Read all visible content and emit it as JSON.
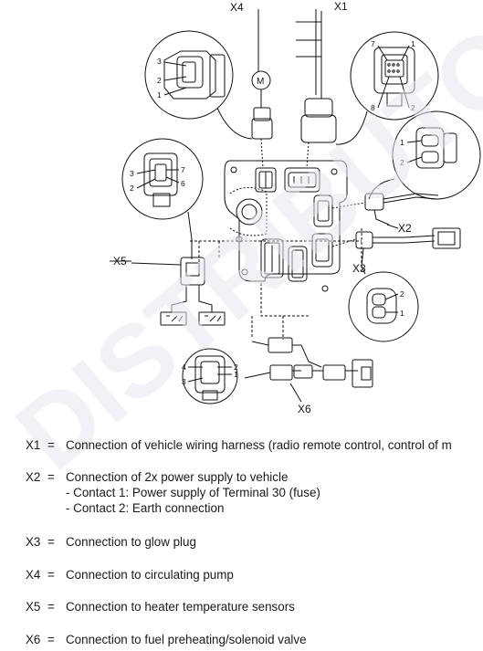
{
  "diagram": {
    "labels": {
      "x1": "X1",
      "x2": "X2",
      "x3": "X3",
      "x4": "X4",
      "x5": "X5",
      "x6": "X6",
      "motor": "M"
    },
    "pins": {
      "x4_1": "1",
      "x4_2": "2",
      "x4_3": "3",
      "x1_7": "7",
      "x1_1": "1",
      "x1_8": "8",
      "x1_2": "2",
      "x2_1": "1",
      "x2_2": "2",
      "x5_3": "3",
      "x5_2": "2",
      "x5_7": "7",
      "x5_6": "6",
      "x3_2": "2",
      "x3_1": "1",
      "x6_4": "4",
      "x6_3": "3",
      "x6_2": "2",
      "x6_1": "1"
    },
    "watermark": "DISTRIBUTOR CS"
  },
  "legend": [
    {
      "code": "X1",
      "eq": "=",
      "desc": "Connection of vehicle wiring harness (radio remote control, control of m",
      "subs": []
    },
    {
      "code": "X2",
      "eq": "=",
      "desc": "Connection of 2x power supply to vehicle",
      "subs": [
        "- Contact 1: Power supply of Terminal 30 (fuse)",
        "- Contact 2: Earth connection"
      ]
    },
    {
      "code": "X3",
      "eq": "=",
      "desc": "Connection to glow plug",
      "subs": []
    },
    {
      "code": "X4",
      "eq": "=",
      "desc": "Connection to circulating pump",
      "subs": []
    },
    {
      "code": "X5",
      "eq": "=",
      "desc": "Connection to heater temperature sensors",
      "subs": []
    },
    {
      "code": "X6",
      "eq": "=",
      "desc": "Connection to fuel preheating/solenoid valve",
      "subs": []
    }
  ]
}
